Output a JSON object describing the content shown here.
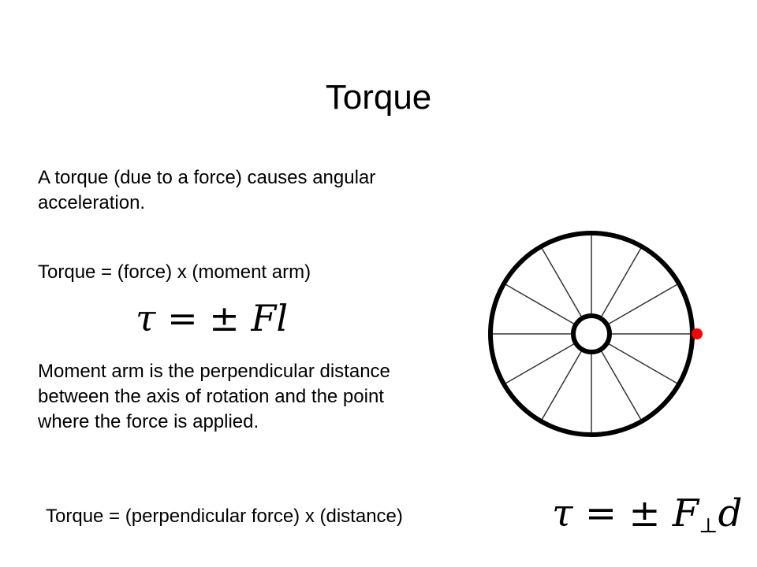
{
  "slide": {
    "title": "Torque",
    "intro_text": "A torque (due to a force) causes angular acceleration.",
    "torque_definition": "Torque = (force) x (moment arm)",
    "formula_1": {
      "lhs": "τ",
      "equals": "=",
      "sign": "±",
      "rhs": "Fl"
    },
    "moment_arm_text": "Moment arm is the perpendicular distance between the axis of rotation and the point where the force is applied.",
    "torque_perpendicular": "Torque = (perpendicular force) x (distance)",
    "formula_2": {
      "lhs": "τ",
      "equals": "=",
      "sign": "±",
      "force": "F",
      "subscript": "⊥",
      "distance": "d"
    }
  },
  "wheel_diagram": {
    "spoke_count": 12,
    "rim_color": "#000000",
    "spoke_color": "#333333",
    "hub_color": "#000000",
    "force_point_color": "#ff0000"
  }
}
